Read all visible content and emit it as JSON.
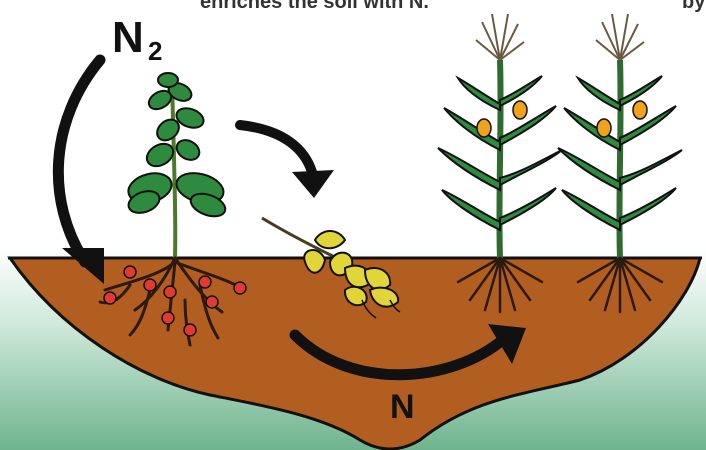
{
  "header_text": "enriches the soil with N.",
  "header_right": "by",
  "labels": {
    "n2_symbol": "N",
    "n2_subscript": "2",
    "n_label": "N"
  },
  "colors": {
    "soil": "#b35e21",
    "soil_dark": "#8c4414",
    "background_green": "#6fb48e",
    "leaf": "#2e8b3e",
    "leaf_yellow": "#e2d53a",
    "nodule": "#e23a2f",
    "corn_ear": "#f0a21b",
    "arrow": "#111111"
  },
  "icons": [
    "legume-plant-icon",
    "decaying-leaf-icon",
    "corn-plant-icon",
    "root-nodule-icon",
    "curved-arrow-icon"
  ]
}
